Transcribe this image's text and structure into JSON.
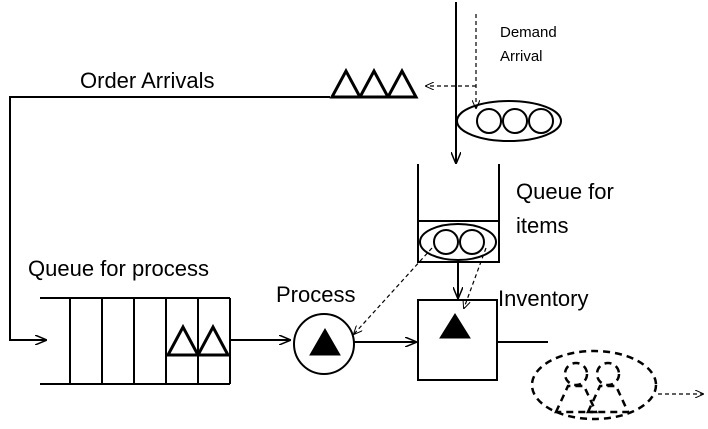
{
  "labels": {
    "demand_arrival_line1": "Demand",
    "demand_arrival_line2": "Arrival",
    "order_arrivals": "Order Arrivals",
    "queue_for_items_line1": "Queue for",
    "queue_for_items_line2": "items",
    "queue_for_process": "Queue for process",
    "process": "Process",
    "inventory": "Inventory"
  },
  "icons": {
    "open_triangle": "open-triangle-icon",
    "solid_triangle": "solid-triangle-icon",
    "circle": "circle-icon",
    "person": "person-icon"
  }
}
